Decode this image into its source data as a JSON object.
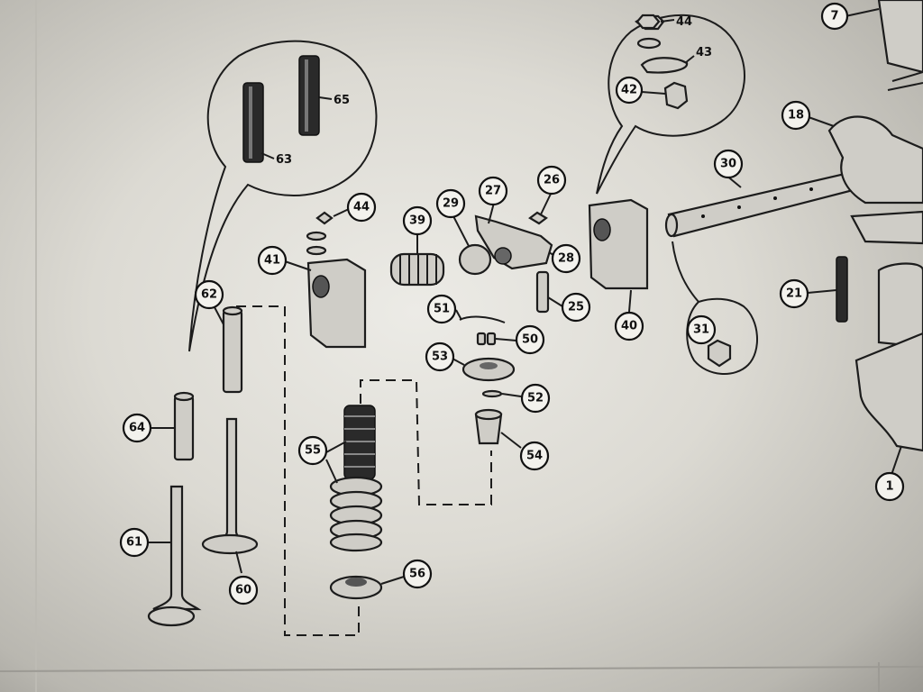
{
  "diagram": {
    "callouts": [
      {
        "id": "c44a",
        "label": "44"
      },
      {
        "id": "c43",
        "label": "43"
      },
      {
        "id": "c42",
        "label": "42"
      },
      {
        "id": "c7",
        "label": "7"
      },
      {
        "id": "c18",
        "label": "18"
      },
      {
        "id": "c30",
        "label": "30"
      },
      {
        "id": "c21",
        "label": "21"
      },
      {
        "id": "c31",
        "label": "31"
      },
      {
        "id": "c40",
        "label": "40"
      },
      {
        "id": "c1",
        "label": "1"
      },
      {
        "id": "c39",
        "label": "39"
      },
      {
        "id": "c29",
        "label": "29"
      },
      {
        "id": "c27",
        "label": "27"
      },
      {
        "id": "c26",
        "label": "26"
      },
      {
        "id": "c28",
        "label": "28"
      },
      {
        "id": "c25",
        "label": "25"
      },
      {
        "id": "c44b",
        "label": "44"
      },
      {
        "id": "c41",
        "label": "41"
      },
      {
        "id": "c51",
        "label": "51"
      },
      {
        "id": "c50",
        "label": "50"
      },
      {
        "id": "c53",
        "label": "53"
      },
      {
        "id": "c52",
        "label": "52"
      },
      {
        "id": "c54",
        "label": "54"
      },
      {
        "id": "c55",
        "label": "55"
      },
      {
        "id": "c56",
        "label": "56"
      },
      {
        "id": "c62",
        "label": "62"
      },
      {
        "id": "c64",
        "label": "64"
      },
      {
        "id": "c61",
        "label": "61"
      },
      {
        "id": "c60",
        "label": "60"
      }
    ],
    "inset_labels": {
      "part63": "63",
      "part65": "65"
    }
  }
}
